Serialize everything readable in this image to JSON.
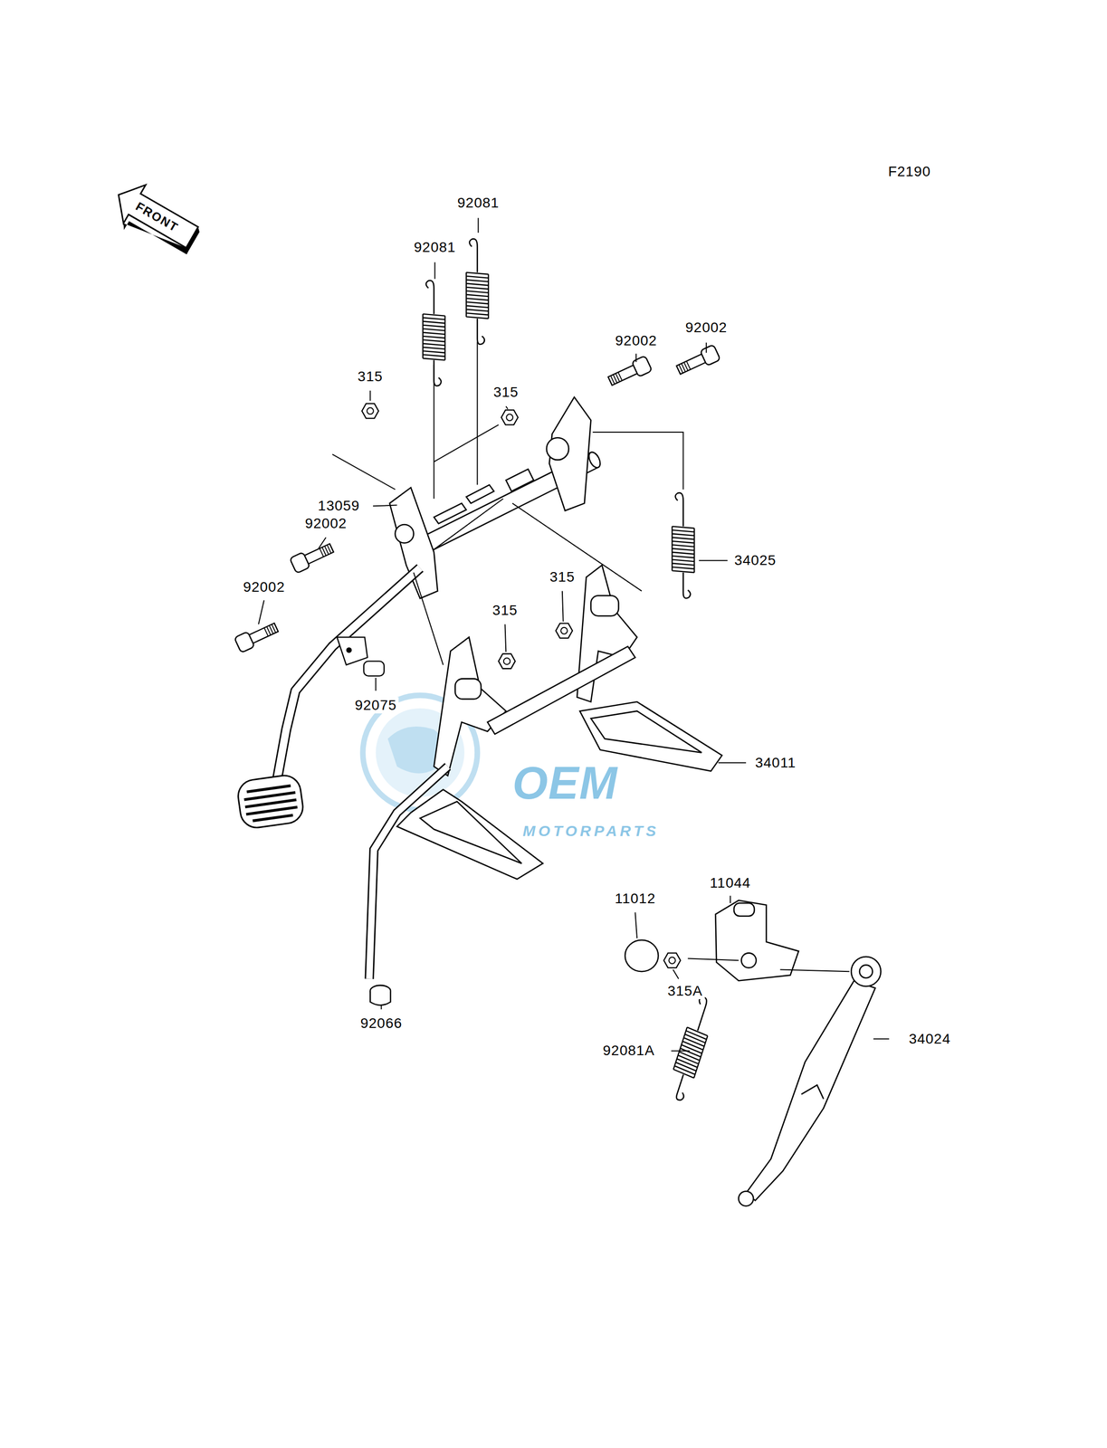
{
  "diagram": {
    "labels": [
      "F2190",
      "FRONT",
      "92081",
      "92081",
      "92002",
      "92002",
      "315",
      "315",
      "13059",
      "92002",
      "34025",
      "92002",
      "315",
      "315",
      "92075",
      "OEM",
      "MOTORPARTS",
      "34011",
      "11044",
      "11012",
      "92066",
      "315A",
      "92081A",
      "34024"
    ]
  }
}
